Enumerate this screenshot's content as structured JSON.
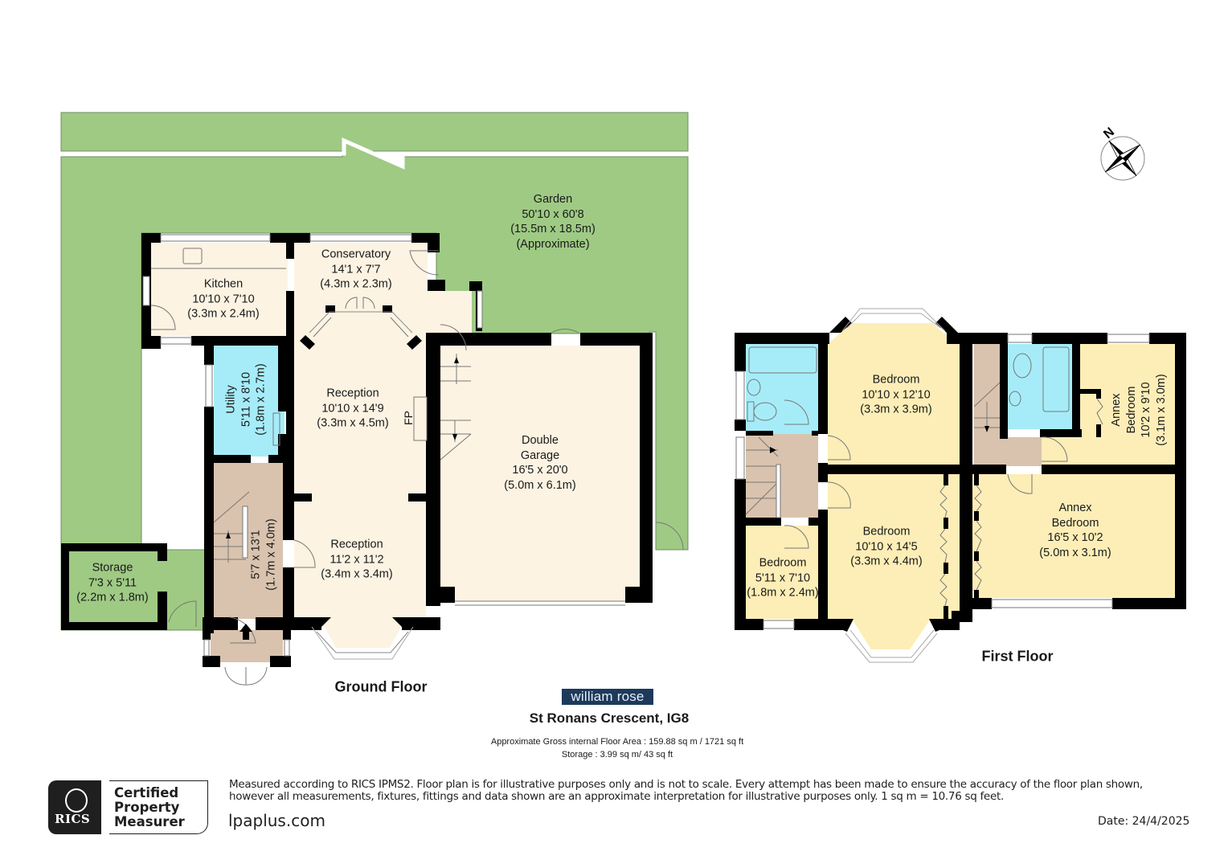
{
  "colors": {
    "garden": "#9fca84",
    "wall": "#000000",
    "ground_room": "#fdf3e3",
    "hall": "#d9c3ae",
    "wet_room": "#a6ecf8",
    "first_room": "#fdeeb7",
    "brand_bg": "#1d3a5c"
  },
  "compass": {
    "label": "N"
  },
  "ground_floor": {
    "title": "Ground Floor",
    "rooms": {
      "garden": {
        "name": "Garden",
        "imperial": "50'10 x 60'8",
        "metric": "(15.5m x 18.5m)",
        "note": "(Approximate)"
      },
      "kitchen": {
        "name": "Kitchen",
        "imperial": "10'10 x 7'10",
        "metric": "(3.3m x 2.4m)"
      },
      "conservatory": {
        "name": "Conservatory",
        "imperial": "14'1 x 7'7",
        "metric": "(4.3m x 2.3m)"
      },
      "utility": {
        "name": "Utility",
        "imperial": "5'11 x 8'10",
        "metric": "(1.8m x 2.7m)"
      },
      "reception_1": {
        "name": "Reception",
        "imperial": "10'10 x 14'9",
        "metric": "(3.3m x 4.5m)"
      },
      "fireplace": {
        "label": "FP"
      },
      "hallway": {
        "imperial": "5'7 x 13'1",
        "metric": "(1.7m x 4.0m)"
      },
      "reception_2": {
        "name": "Reception",
        "imperial": "11'2 x 11'2",
        "metric": "(3.4m x 3.4m)"
      },
      "double_garage": {
        "name_line1": "Double",
        "name_line2": "Garage",
        "imperial": "16'5 x 20'0",
        "metric": "(5.0m x 6.1m)"
      },
      "storage": {
        "name": "Storage",
        "imperial": "7'3 x 5'11",
        "metric": "(2.2m x 1.8m)"
      }
    }
  },
  "first_floor": {
    "title": "First Floor",
    "rooms": {
      "bedroom_1": {
        "name": "Bedroom",
        "imperial": "10'10 x 12'10",
        "metric": "(3.3m x 3.9m)"
      },
      "bedroom_2": {
        "name": "Bedroom",
        "imperial": "10'10 x 14'5",
        "metric": "(3.3m x 4.4m)"
      },
      "bedroom_3": {
        "name": "Bedroom",
        "imperial": "5'11 x 7'10",
        "metric": "(1.8m x 2.4m)"
      },
      "annex_bedroom_1": {
        "name_line1": "Annex",
        "name_line2": "Bedroom",
        "imperial": "10'2 x 9'10",
        "metric": "(3.1m x 3.0m)"
      },
      "annex_bedroom_2": {
        "name_line1": "Annex",
        "name_line2": "Bedroom",
        "imperial": "16'5 x 10'2",
        "metric": "(5.0m x 3.1m)"
      }
    }
  },
  "footer": {
    "brand": "william rose",
    "address": "St Ronans Crescent, IG8",
    "gross_area": "Approximate Gross internal Floor Area : 159.88 sq m / 1721 sq ft",
    "storage_area": "Storage : 3.99 sq m/ 43 sq ft",
    "rics_label": "RICS",
    "cert_line1": "Certified",
    "cert_line2": "Property",
    "cert_line3": "Measurer",
    "disclaimer_line1": "Measured according to RICS IPMS2. Floor plan is for illustrative purposes only and is not to scale. Every attempt has been made to ensure the accuracy of the floor plan shown,",
    "disclaimer_line2": "however all measurements, fixtures, fittings and data shown are an approximate interpretation for illustrative purposes only. 1 sq m = 10.76 sq feet.",
    "website": "lpaplus.com",
    "date": "Date: 24/4/2025"
  }
}
